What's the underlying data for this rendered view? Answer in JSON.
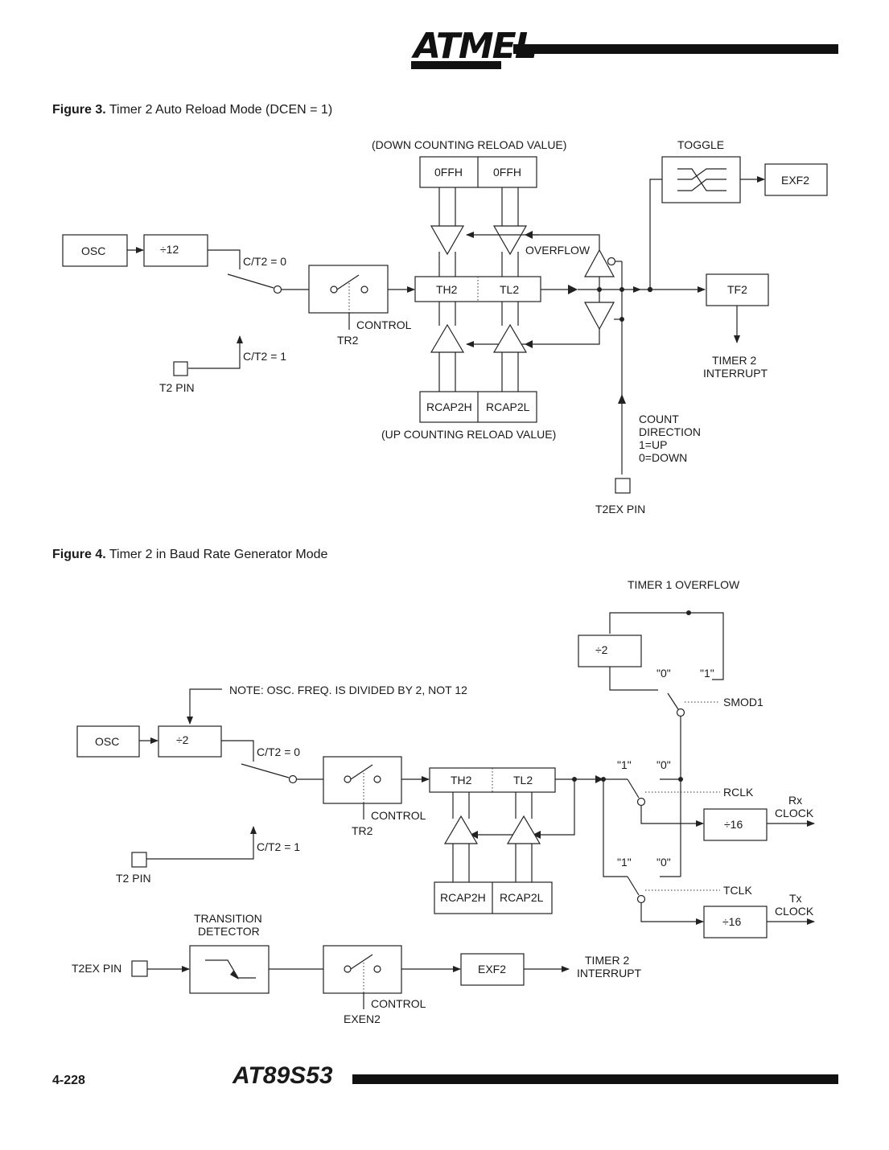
{
  "header": {
    "logo_text": "ATMEL"
  },
  "figure3": {
    "caption_prefix": "Figure 3.",
    "caption_text": " Timer 2 Auto Reload Mode (DCEN = 1)",
    "labels": {
      "down_reload": "(DOWN  COUNTING  RELOAD  VALUE)",
      "toggle": "TOGGLE",
      "exf2": "EXF2",
      "fh1": "0FFH",
      "fh2": "0FFH",
      "osc": "OSC",
      "div12": "÷12",
      "ct0": "C/T2  =  0",
      "overflow": "OVERFLOW",
      "th2": "TH2",
      "tl2": "TL2",
      "tf2": "TF2",
      "control": "CONTROL",
      "tr2": "TR2",
      "ct1": "C/T2  =  1",
      "t2pin": "T2  PIN",
      "timer2_int_1": "TIMER  2",
      "timer2_int_2": "INTERRUPT",
      "rcap2h": "RCAP2H",
      "rcap2l": "RCAP2L",
      "count_1": "COUNT",
      "count_2": "DIRECTION",
      "count_3": "1=UP",
      "count_4": "0=DOWN",
      "up_reload": "(UP  COUNTING  RELOAD  VALUE)",
      "t2expin": "T2EX  PIN"
    }
  },
  "figure4": {
    "caption_prefix": "Figure 4.",
    "caption_text": " Timer 2 in Baud Rate Generator Mode",
    "labels": {
      "timer1_overflow": "TIMER  1  OVERFLOW",
      "div2_a": "÷2",
      "q0a": "\"0\"",
      "q1a": "\"1\"",
      "smod1": "SMOD1",
      "note": "NOTE:  OSC.  FREQ.  IS  DIVIDED  BY  2,  NOT  12",
      "osc": "OSC",
      "div2_b": "÷2",
      "ct0": "C/T2  =  0",
      "th2": "TH2",
      "tl2": "TL2",
      "q1b": "\"1\"",
      "q0b": "\"0\"",
      "rclk": "RCLK",
      "rx_1": "Rx",
      "rx_2": "CLOCK",
      "div16a": "÷16",
      "control": "CONTROL",
      "tr2": "TR2",
      "ct1": "C/T2  =  1",
      "t2pin": "T2  PIN",
      "q1c": "\"1\"",
      "q0c": "\"0\"",
      "tclk": "TCLK",
      "tx_1": "Tx",
      "tx_2": "CLOCK",
      "div16b": "÷16",
      "rcap2h": "RCAP2H",
      "rcap2l": "RCAP2L",
      "trans_1": "TRANSITION",
      "trans_2": "DETECTOR",
      "t2expin": "T2EX  PIN",
      "exf2": "EXF2",
      "timer2_int_1": "TIMER  2",
      "timer2_int_2": "INTERRUPT",
      "control2": "CONTROL",
      "exen2": "EXEN2"
    }
  },
  "footer": {
    "page_number": "4-228",
    "title": "AT89S53"
  }
}
